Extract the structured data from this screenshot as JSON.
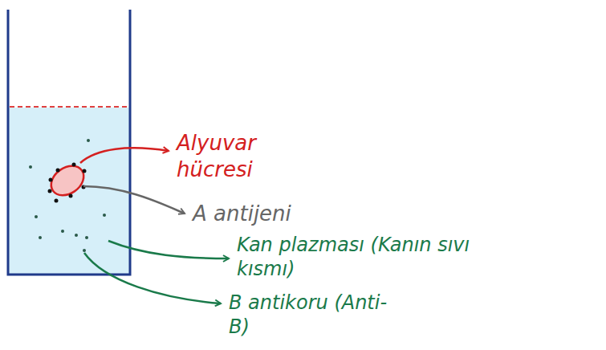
{
  "diagram": {
    "labels": [
      "Alyuvar hücresi",
      "A antijeni",
      "Kan plazması (Kanın sıvı kısmı)",
      "B antikoru (Anti-B)"
    ]
  }
}
